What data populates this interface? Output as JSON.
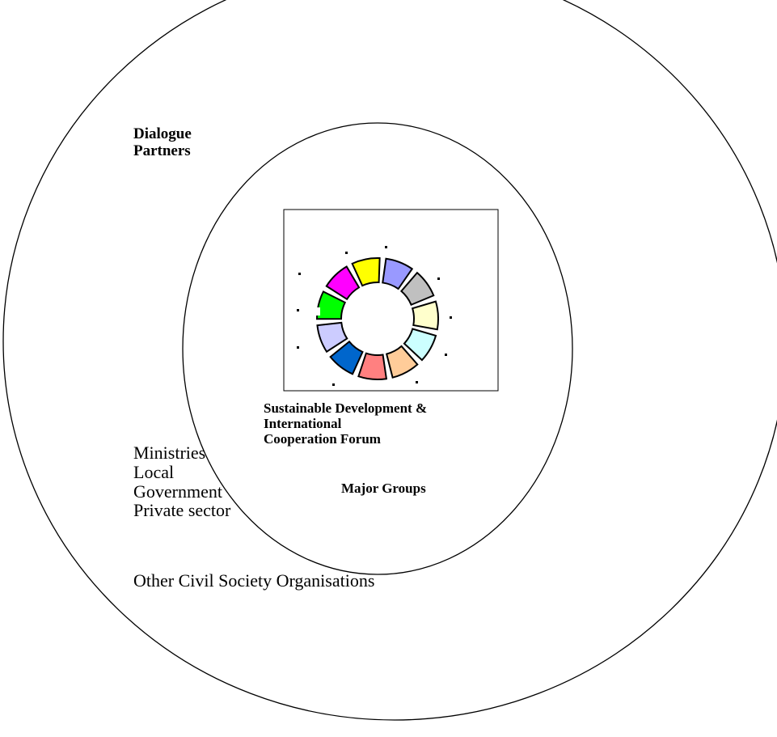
{
  "outer_circle": {
    "label_line1": "Dialogue",
    "label_line2": "Partners"
  },
  "inner_circle": {
    "forum_line1": "Sustainable Development   &",
    "forum_line2": "International",
    "forum_line3": "Cooperation Forum",
    "major_groups": "Major Groups"
  },
  "stakeholders": {
    "line1": "Ministries",
    "line2": "Local",
    "line3": "Government",
    "line4": "Private sector",
    "line5": "Other Civil Society Organisations"
  },
  "wheel": {
    "segments": [
      {
        "color": "#9999ff"
      },
      {
        "color": "#c0c0c0"
      },
      {
        "color": "#ffffcc"
      },
      {
        "color": "#ccffff"
      },
      {
        "color": "#ffcc99"
      },
      {
        "color": "#ff8080"
      },
      {
        "color": "#0066cc"
      },
      {
        "color": "#ccccff"
      },
      {
        "color": "#00ff00"
      },
      {
        "color": "#ff00ff"
      },
      {
        "color": "#ffff00"
      }
    ]
  }
}
